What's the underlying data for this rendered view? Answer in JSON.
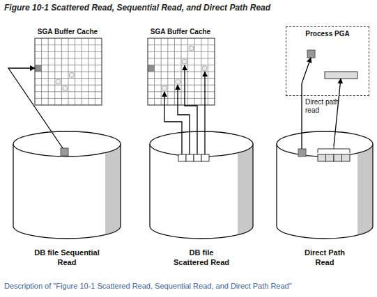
{
  "diagram": {
    "title": "Figure 10-1 Scattered Read, Sequential Read, and Direct Path Read",
    "caption": "Description of \"Figure 10-1 Scattered Read, Sequential Read, and Direct Path Read\"",
    "nodes": [
      {
        "text": [
          "SGA Buffer Cache"
        ]
      },
      {
        "text": [
          "SGA Buffer Cache"
        ]
      },
      {
        "text": [
          "Process PGA"
        ]
      },
      {
        "text": [
          "DB file Sequential Read"
        ]
      },
      {
        "text": [
          "DB file Scattered Read"
        ]
      },
      {
        "text": [
          "Direct Path Read"
        ]
      }
    ],
    "edges": [
      {
        "from": 3,
        "to": 0,
        "arrow": "to"
      },
      {
        "from": 4,
        "to": 1,
        "arrow": "to"
      },
      {
        "from": 4,
        "to": 1,
        "arrow": "to"
      },
      {
        "from": 4,
        "to": 1,
        "arrow": "to"
      },
      {
        "from": 4,
        "to": 1,
        "arrow": "to"
      },
      {
        "from": 5,
        "to": 2,
        "label": "Direct path read",
        "arrow": "to"
      },
      {
        "from": 5,
        "to": 2,
        "arrow": "to"
      }
    ]
  }
}
